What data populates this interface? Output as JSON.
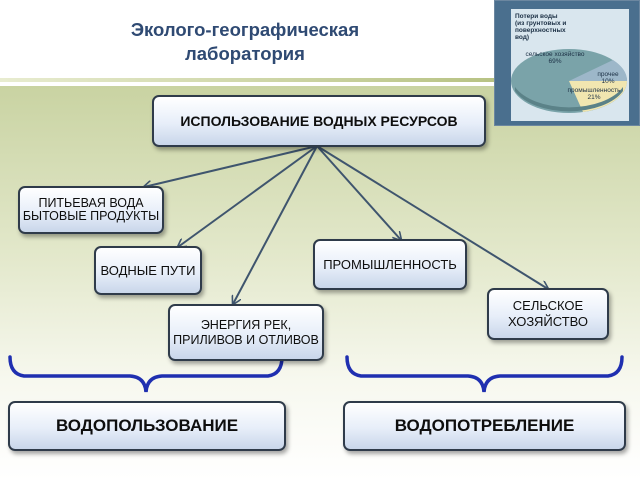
{
  "header": {
    "title_line1": "Эколого-географическая",
    "title_line2": "лаборатория"
  },
  "thumbnail": {
    "title_line1": "Потери воды",
    "title_line2": "(из грунтовых и",
    "title_line3": "поверхностных вод)",
    "slice_agri_label": "сельское хозяйство",
    "slice_agri_value": "69%",
    "slice_other_label": "прочее",
    "slice_other_value": "10%",
    "slice_industry_label": "промышленность",
    "slice_industry_value": "21%"
  },
  "diagram": {
    "root": "ИСПОЛЬЗОВАНИЕ ВОДНЫХ РЕСУРСОВ",
    "nodes": {
      "drinking": "ПИТЬЕВАЯ ВОДА БЫТОВЫЕ ПРОДУКТЫ",
      "waterways": "ВОДНЫЕ ПУТИ",
      "energy": "ЭНЕРГИЯ РЕК, ПРИЛИВОВ И ОТЛИВОВ",
      "industry": "ПРОМЫШЛЕННОСТЬ",
      "agriculture": "СЕЛЬСКОЕ ХОЗЯЙСТВО"
    },
    "groups": {
      "water_use": "ВОДОПОЛЬЗОВАНИЕ",
      "water_consumption": "ВОДОПОТРЕБЛЕНИЕ"
    }
  },
  "colors": {
    "title": "#2f4a73",
    "bracket": "#1f2fb0",
    "arrow": "#3f556e"
  }
}
